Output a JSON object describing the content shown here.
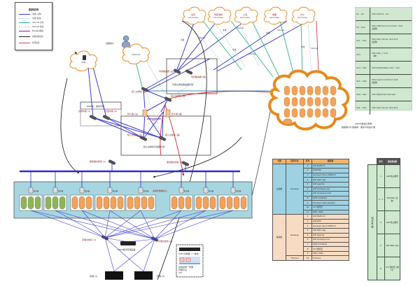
{
  "legend": {
    "title": "图例说明",
    "items": [
      {
        "label": "专线 (主用)",
        "color": "#3b3bd1",
        "style": "solid"
      },
      {
        "label": "专线 (备用)",
        "color": "#7fc8e8",
        "style": "dotted"
      },
      {
        "label": "Internet 主用",
        "color": "#2bb58a",
        "style": "solid"
      },
      {
        "label": "Internet 备用",
        "color": "#9fbfbf",
        "style": "dotted"
      },
      {
        "label": "防火墙心跳线",
        "color": "#7b1fa2",
        "style": "solid"
      },
      {
        "label": "系统内部连接",
        "color": "#222222",
        "style": "double-arrow"
      },
      {
        "label": "外部连接",
        "color": "#e0404a",
        "style": "double-arrow"
      }
    ]
  },
  "call_centers": [
    {
      "name": "北京",
      "sub": "Call Center"
    },
    {
      "name": "呼和浩特",
      "sub": "Call Center"
    },
    {
      "name": "上海",
      "sub": "Call Center"
    },
    {
      "name": "成都",
      "sub": "Call Center"
    },
    {
      "name": "长沙",
      "sub": "Call Center"
    }
  ],
  "link_labels": {
    "leased_line": "专线",
    "internet": "Internet"
  },
  "clouds": {
    "internet": "Internet",
    "vpn": "VPN",
    "remote_user_label": "远程用户"
  },
  "boxes": {
    "access_zone": "可通过添加路由器扩容",
    "dmz": "DMZ区，提供可服",
    "core_zone": "核心交换机可选购扩容"
  },
  "devices": {
    "router_main": "专线路由器 (主)",
    "router_backup": "专线路由器 (备)",
    "access_switch_main": "接入交换机 (主)",
    "access_switch_backup": "接入交换机 (备)",
    "firewall_main": "防火墙 (主)",
    "firewall_backup": "防火墙 (备)",
    "core_switch_main": "核心交换机 (主)",
    "core_switch_backup": "核心交换机 (备)",
    "lb_1": "负载均衡 (1)",
    "lb_2": "负载均衡 (2)",
    "server_switch_1": "服务器交换机 (1)",
    "server_switch_2": "服务器交换机 (2)",
    "storage_switch_1": "存储交换机 (1)",
    "storage_switch_2": "存储交换机 (2)",
    "storage_1": "存储 (1)",
    "storage_2": "存储 (2)",
    "backup_device": "KVM/备份存储设备",
    "virtual_datacenter": "虚拟化数据中心",
    "crm_cloud_note_1": "CRM为各类云服务",
    "crm_cloud_note_2": "根据客户扩容需求，服务可动态扩展",
    "fw_link": "HA"
  },
  "host_label": "服务器",
  "kvm_box": {
    "line1": "KVM 切换器（一体机）",
    "line2": "虚拟化统一管理",
    "line3": "管理平台",
    "line4": "VM"
  },
  "vpc_table": {
    "rows": [
      {
        "range": "S1 - S2",
        "desc": "VPC-SLB S1 , S2",
        "note": ""
      },
      {
        "range": "S3 - S10",
        "desc": "VPC-CRM Service S3,S4...S10",
        "note": "(集群)"
      },
      {
        "range": "S11 - S12",
        "desc": "VPC-SQL Server S11,S12",
        "note": "(集群)"
      },
      {
        "range": "S13",
        "desc": "VPC-SQL_Y S13",
        "note": "（单）"
      },
      {
        "range": "S14 - S15",
        "desc": "VPC-MiddleWare S14 , S15",
        "note": ""
      },
      {
        "range": "S16 - S18",
        "desc": "VPC-Search S16,S17,S18",
        "note": "(集群)"
      },
      {
        "range": "S19 - S20",
        "desc": "VPC-WebChat S19,S20",
        "note": ""
      },
      {
        "range": "S21 - S22",
        "desc": "VPC-SQL Server S21,S22",
        "note": ""
      }
    ]
  },
  "component_table": {
    "headers": [
      "分类",
      "应用平台",
      "序号",
      "服务器"
    ],
    "groups": [
      {
        "name": "主系统",
        "platform": "Genesys",
        "color": "blue",
        "rows": [
          {
            "no": "1",
            "name": "GIR Platform"
          },
          {
            "no": "2",
            "name": "GIR/URS"
          },
          {
            "no": "3",
            "name": "Genesys Voice Platform"
          },
          {
            "no": "4",
            "name": "GIR Web App"
          },
          {
            "no": "5",
            "name": "GIR Apache"
          },
          {
            "no": "6",
            "name": "GIR Genesys+Lvl"
          },
          {
            "no": "7",
            "name": "GIR Genesys+Lvl2"
          },
          {
            "no": "8",
            "name": "GMS Call Back"
          },
          {
            "no": "9",
            "name": "Genesys Administrator"
          },
          {
            "no": "10",
            "name": "CTI 监控层"
          },
          {
            "no": "11",
            "name": "GIR+ MGC"
          }
        ]
      },
      {
        "name": "备系统",
        "platform": "Genesys",
        "color": "peach",
        "rows": [
          {
            "no": "1",
            "name": "GIR Platform"
          },
          {
            "no": "2",
            "name": "GIR/URS"
          },
          {
            "no": "3",
            "name": "Genesys Voice Platform"
          },
          {
            "no": "4",
            "name": "GIR Web App"
          },
          {
            "no": "5",
            "name": "GIR Apache"
          },
          {
            "no": "6",
            "name": "GIR Genesys+Lvl"
          },
          {
            "no": "7",
            "name": "GMS Call Back"
          },
          {
            "no": "8",
            "name": "CTI 监控层"
          },
          {
            "no": "9",
            "name": "GIR+ MGC"
          }
        ]
      },
      {
        "name": "",
        "platform": "Thoroyx",
        "color": "peach",
        "rows": [
          {
            "no": "10",
            "name": "Thoroyx"
          }
        ]
      }
    ]
  },
  "hardware_table": {
    "headers": [
      "序号",
      "服务器功能"
    ],
    "side_label": "测试系统",
    "rows": [
      {
        "no": "1",
        "func": "CIM 核心服务"
      },
      {
        "no": "2 - 3",
        "func": "SIP/URS (主备)"
      },
      {
        "no": "4",
        "func": "GIR 核心服务"
      },
      {
        "no": "5",
        "func": "GIR Web App"
      },
      {
        "no": "6",
        "func": "CTI 监控层 (通行)"
      }
    ]
  },
  "colors": {
    "leased_main": "#3b3bd1",
    "internet_main": "#2bb58a",
    "internet_backup": "#a7c7c7",
    "external": "#e0404a",
    "cloud_stroke": "#e8891d",
    "vm_green": "#8fb456",
    "vm_orange": "#f2a25a",
    "datacenter_bg": "#a7d6e0"
  }
}
